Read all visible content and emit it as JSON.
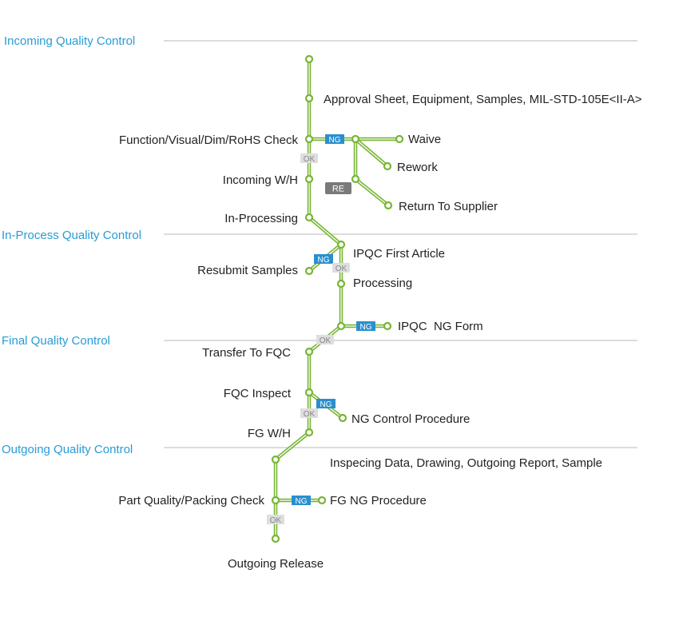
{
  "colors": {
    "line": "#78b535",
    "section_title": "#2a9bd4",
    "divider": "#c8c8c8",
    "ng_tag": "#2a8fcf",
    "ok_tag": "#dedede",
    "re_tag": "#7a7a7a",
    "text": "#222222"
  },
  "sections": {
    "incoming": "Incoming Quality Control",
    "in_process": "In-Process Quality Control",
    "final": "Final Quality Control",
    "outgoing": "Outgoing Quality Control"
  },
  "steps": {
    "approval_sheet": "Approval Sheet, Equipment, Samples, MIL-STD-105E<II-A>",
    "function_check": "Function/Visual/Dim/RoHS Check",
    "waive": "Waive",
    "rework": "Rework",
    "incoming_wh": "Incoming W/H",
    "return_supplier": "Return To Supplier",
    "in_processing": "In-Processing",
    "ipqc_first_article": "IPQC First Article",
    "resubmit_samples": "Resubmit Samples",
    "processing": "Processing",
    "ipqc_ng_form": "IPQC  NG Form",
    "transfer_fqc": "Transfer To FQC",
    "fqc_inspect": "FQC Inspect",
    "ng_control": "NG Control Procedure",
    "fg_wh": "FG W/H",
    "inspecting_data": "Inspecing Data, Drawing, Outgoing Report, Sample",
    "part_quality": "Part Quality/Packing Check",
    "fg_ng": "FG NG Procedure",
    "outgoing_release": "Outgoing Release"
  },
  "tags": {
    "ng": "NG",
    "ok": "OK",
    "re": "RE"
  }
}
